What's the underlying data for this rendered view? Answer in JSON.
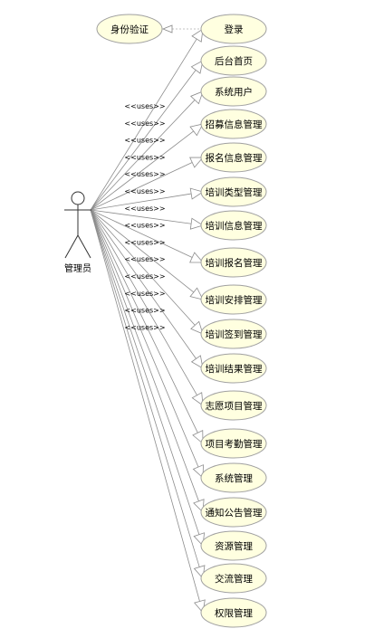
{
  "diagram": {
    "actor": {
      "label": "管理员"
    },
    "auth": {
      "label": "身份验证"
    },
    "uses_label": "<<uses>>",
    "use_cases": [
      "登录",
      "后台首页",
      "系统用户",
      "招募信息管理",
      "报名信息管理",
      "培训类型管理",
      "培训信息管理",
      "培训报名管理",
      "培训安排管理",
      "培训签到管理",
      "培训结果管理",
      "志愿项目管理",
      "项目考勤管理",
      "系统管理",
      "通知公告管理",
      "资源管理",
      "交流管理",
      "权限管理"
    ],
    "colors": {
      "ellipse_fill": "#ffffe0",
      "ellipse_stroke": "#a0a0a0",
      "line": "#8c8c8c"
    }
  }
}
